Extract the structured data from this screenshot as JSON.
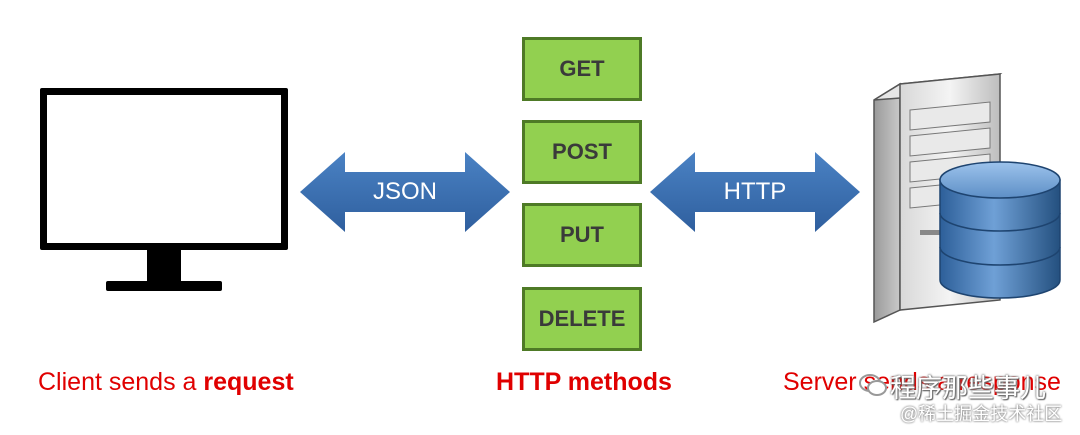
{
  "arrows": {
    "left_label": "JSON",
    "right_label": "HTTP"
  },
  "methods": [
    "GET",
    "POST",
    "PUT",
    "DELETE"
  ],
  "captions": {
    "client_prefix": "Client sends a ",
    "client_bold": "request",
    "methods": "HTTP methods",
    "server": "Server sends a response"
  },
  "watermark": {
    "line1": "程序那些事儿",
    "line2": "@稀土掘金技术社区"
  },
  "colors": {
    "arrow": "#3a6fb0",
    "method_fill": "#92d050",
    "method_border": "#4e7a26",
    "caption": "#e00000"
  }
}
